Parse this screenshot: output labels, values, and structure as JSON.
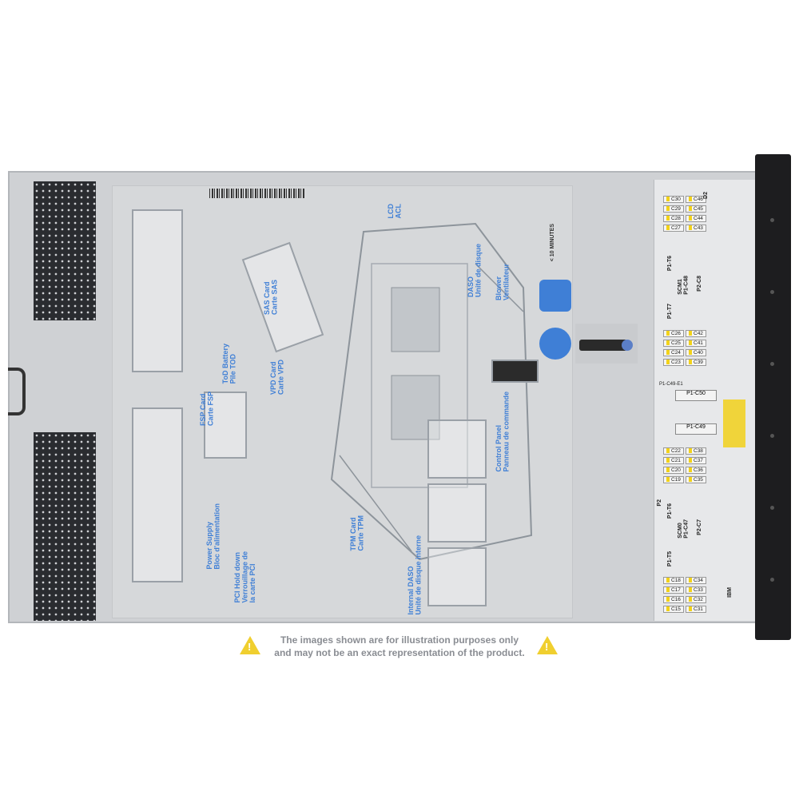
{
  "disclaimer": {
    "line1": "The images shown are for illustration purposes only",
    "line2": "and may not be an exact representation of the product."
  },
  "cover_labels": {
    "power_supply": "Power Supply\nBloc d'alimentation",
    "pci_hold_down": "PCI Hold down\nVerrouillage de\nla carte PCI",
    "fsp_card": "FSP Card\nCarte FSP",
    "tod_battery": "ToD Battery\nPile TOD",
    "vpd_card": "VPD Card\nCarte VPD",
    "sas_card": "SAS Card\nCarte SAS",
    "tpm_card": "TPM Card\nCarte TPM",
    "internal_daso": "Internal DASO\nUnité de disque interne",
    "lcd": "LCD\nACL",
    "daso": "DASO\nUnité de disque",
    "blower": "Blower\nVentilateur",
    "control_panel": "Control Panel\nPanneau de commande",
    "minutes": "< 10 MINUTES"
  },
  "dimm_slots_top": [
    "C30",
    "C46",
    "C29",
    "C45",
    "C28",
    "C44",
    "C27",
    "C43"
  ],
  "dimm_slots_mid": [
    "C26",
    "C42",
    "C25",
    "C41",
    "C24",
    "C40",
    "C23",
    "C39"
  ],
  "dimm_slots_low": [
    "C22",
    "C38",
    "C21",
    "C37",
    "C20",
    "C36",
    "C19",
    "C35"
  ],
  "dimm_slots_bottom": [
    "C18",
    "C34",
    "C17",
    "C33",
    "C16",
    "C32",
    "C15",
    "C31"
  ],
  "panel_labels": {
    "scm1": "SCM1\nP1-C48",
    "p1_t6": "P1-T6",
    "p1_t7": "P1-T7",
    "p2_c8": "P2-C8",
    "p1_c50": "P1-C50",
    "p1_c49": "P1-C49",
    "p1_c49_e1": "P1-C49-E1",
    "scm0": "SCM0\nP1-C47",
    "p1_t5": "P1-T5",
    "p2_c7": "P2-C7",
    "p2": "P2",
    "d2": "D2",
    "ibm": "IBM"
  },
  "colors": {
    "accent_blue": "#3f7fd6",
    "warning_yellow": "#f0cf2f",
    "vent_dark": "#2a2c30",
    "chassis_gray": "#cfd1d4"
  }
}
